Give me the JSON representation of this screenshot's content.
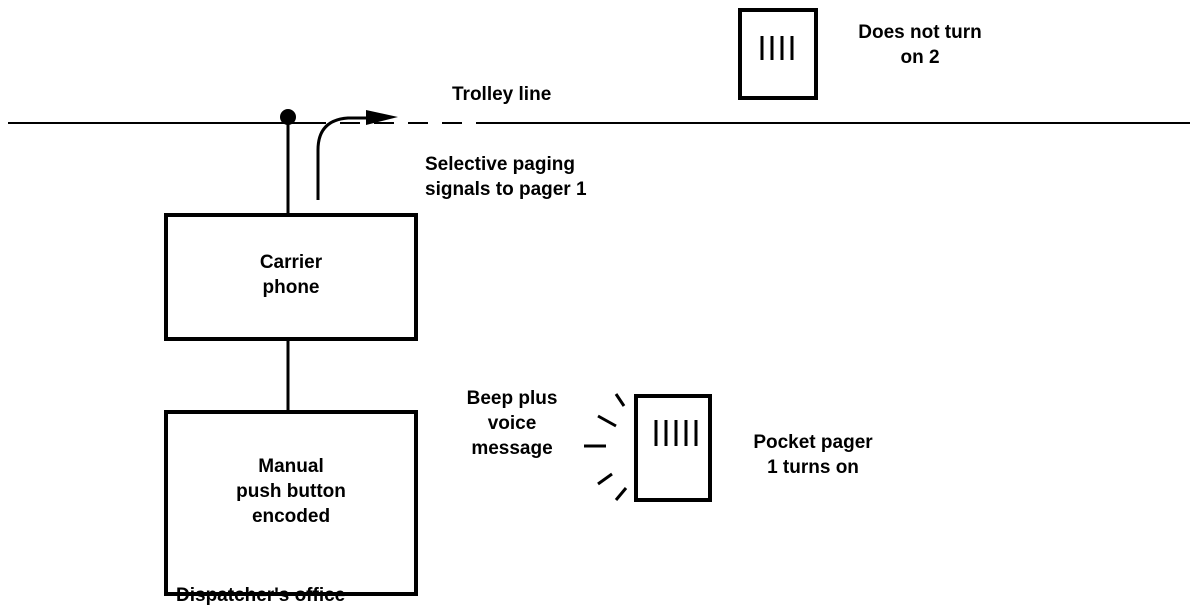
{
  "trolley": {
    "label": "Trolley line"
  },
  "carrier": {
    "line1": "Carrier",
    "line2": "phone"
  },
  "encoder": {
    "line1": "Manual",
    "line2": "push button",
    "line3": "encoded"
  },
  "office": {
    "label": "Dispatcher's office"
  },
  "signal": {
    "line1": "Selective paging",
    "line2": "signals to pager 1"
  },
  "beep": {
    "line1": "Beep plus",
    "line2": "voice",
    "line3": "message"
  },
  "pager1": {
    "line1": "Pocket pager",
    "line2": "1 turns on"
  },
  "pager2": {
    "line1": "Does not turn",
    "line2": "on 2"
  }
}
